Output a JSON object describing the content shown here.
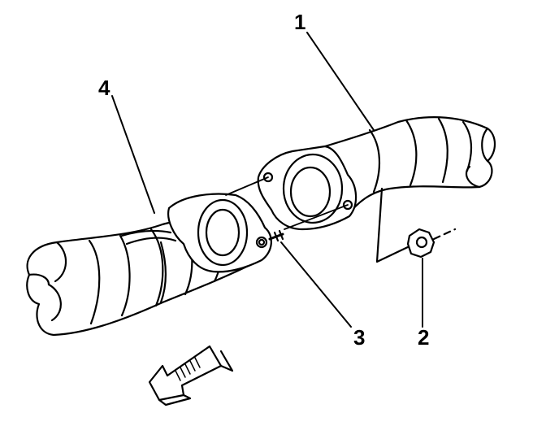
{
  "callouts": {
    "pipe_upper": "1",
    "nut": "2",
    "stud": "3",
    "pipe_lower": "4"
  },
  "colors": {
    "ink": "#000000",
    "paper": "#ffffff"
  }
}
